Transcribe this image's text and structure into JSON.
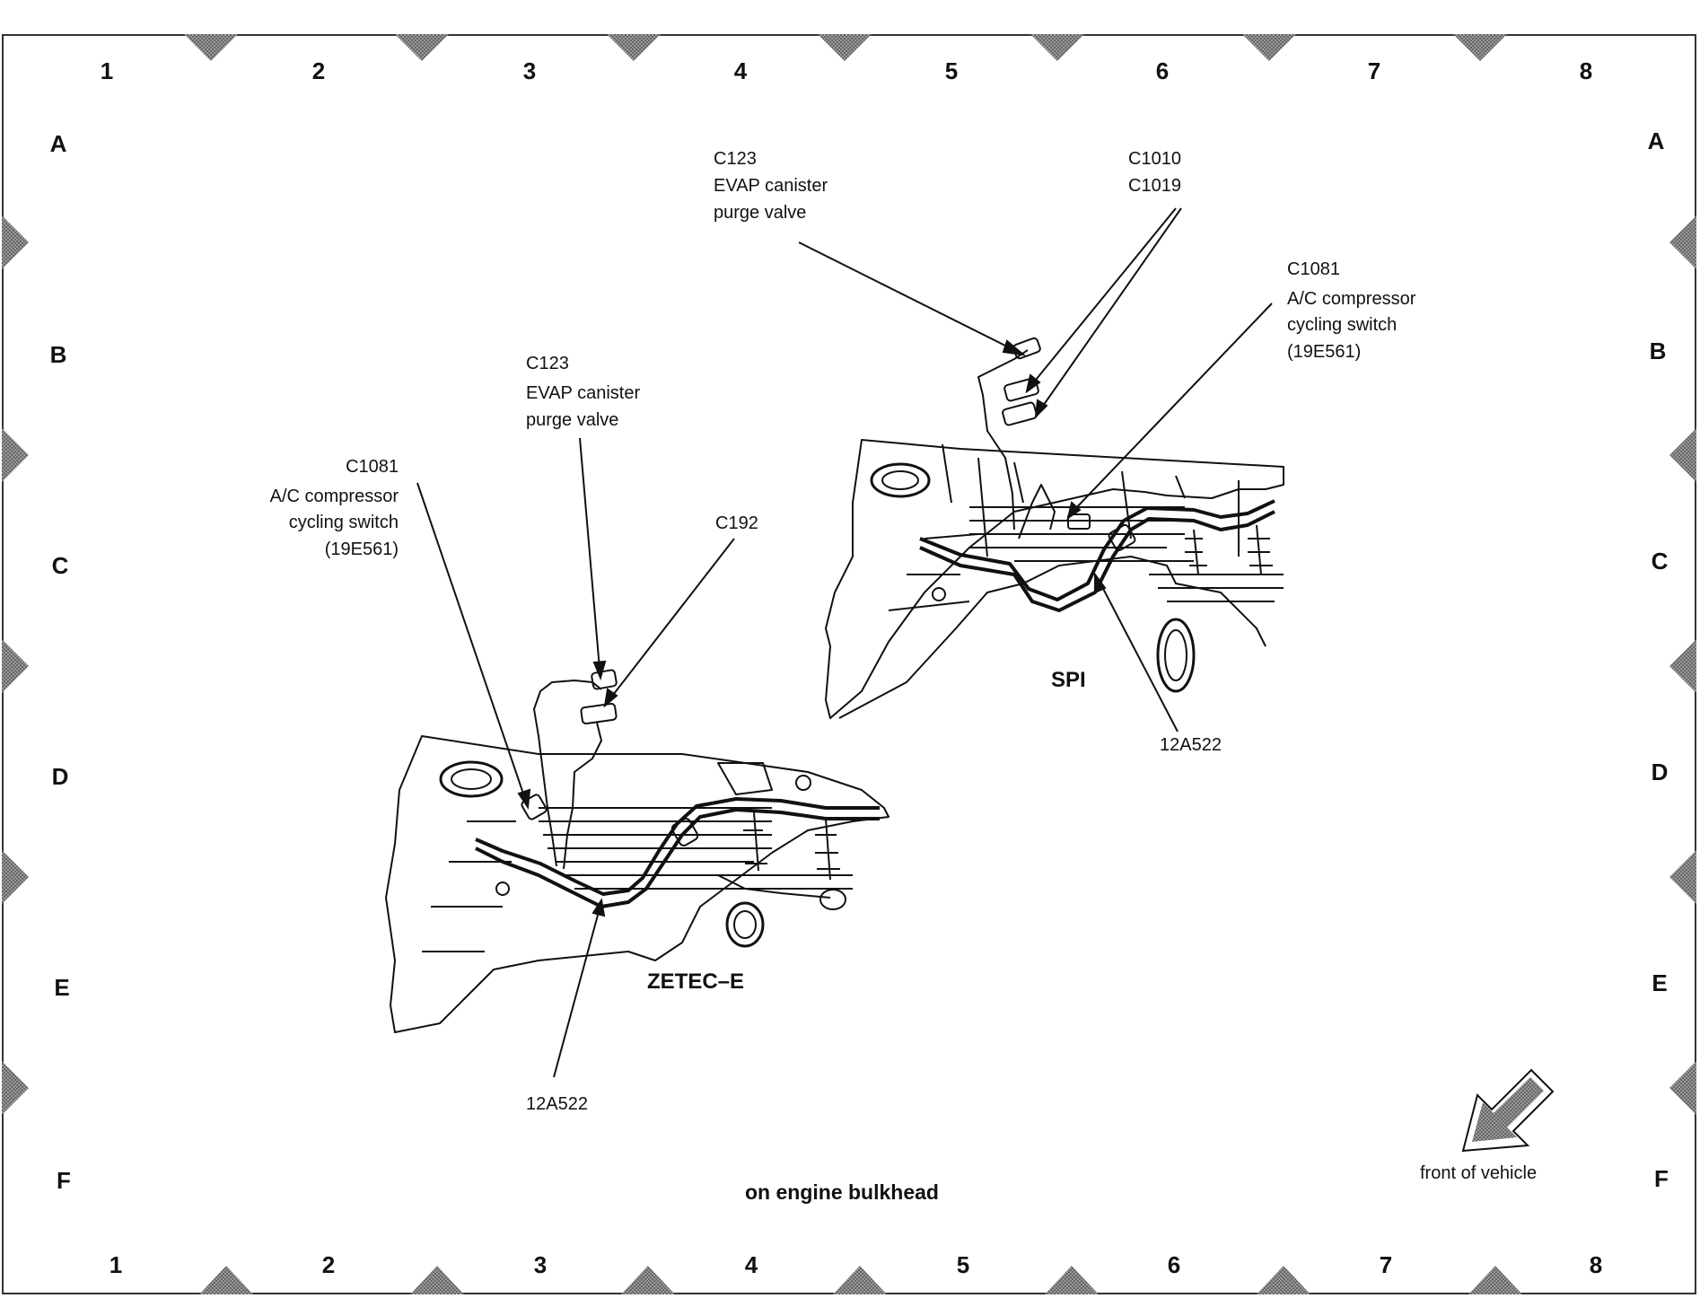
{
  "grid": {
    "columns": [
      "1",
      "2",
      "3",
      "4",
      "5",
      "6",
      "7",
      "8"
    ],
    "rows": [
      "A",
      "B",
      "C",
      "D",
      "E",
      "F"
    ]
  },
  "callouts": {
    "c123_right": [
      "C123",
      "EVAP canister",
      "purge valve"
    ],
    "c1010_c1019": [
      "C1010",
      "C1019"
    ],
    "c1081_right": [
      "C1081",
      "A/C compressor",
      "cycling switch",
      "(19E561)"
    ],
    "c123_left": [
      "C123",
      "EVAP canister",
      "purge valve"
    ],
    "c1081_left": [
      "C1081",
      "A/C compressor",
      "cycling switch",
      "(19E561)"
    ],
    "c192": "C192",
    "harness_right": "12A522",
    "harness_left": "12A522"
  },
  "views": {
    "spi": "SPI",
    "zetec": "ZETEC–E"
  },
  "caption": "on engine bulkhead",
  "orientation_note": "front of vehicle",
  "colors": {
    "line": "#111111",
    "frame": "#333333",
    "marker": "#4a4a4a"
  }
}
